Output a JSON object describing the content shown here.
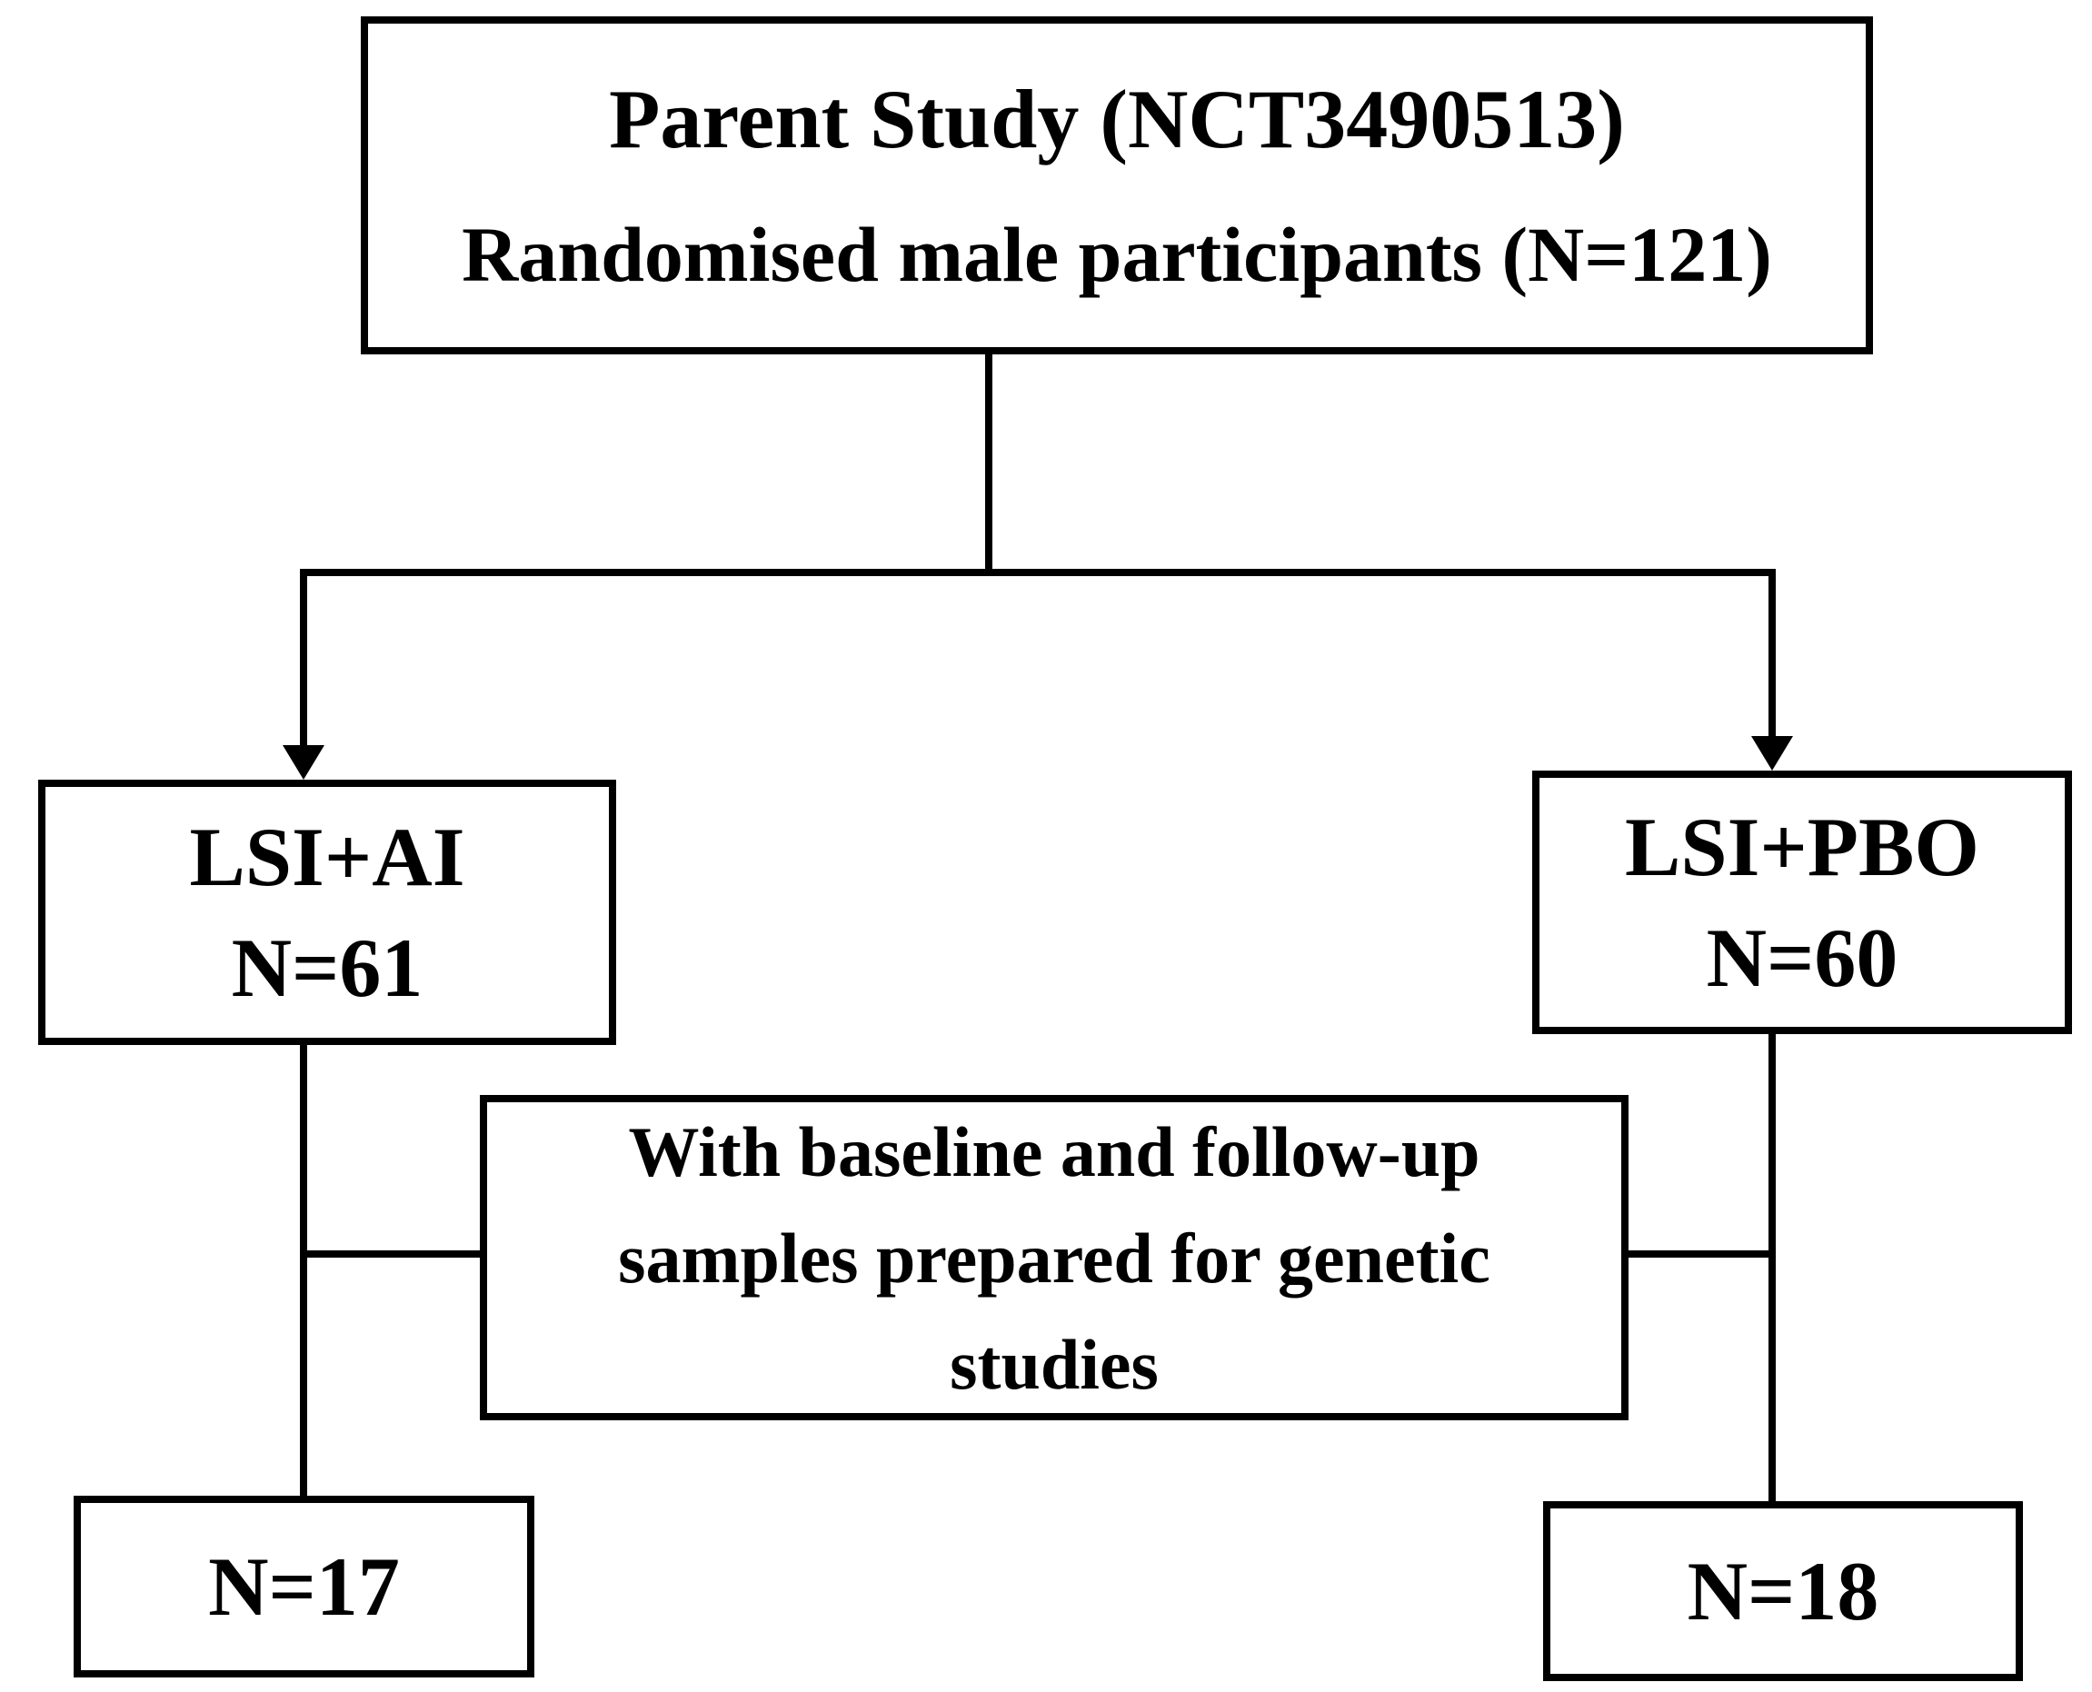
{
  "diagram": {
    "type": "study-flowchart",
    "parent_study_box": {
      "line1": "Parent Study (NCT3490513)",
      "line2": "Randomised male participants (N=121)"
    },
    "left_arm_box": {
      "line1": "LSI+AI",
      "line2": "N=61"
    },
    "right_arm_box": {
      "line1": "LSI+PBO",
      "line2": "N=60"
    },
    "middle_box": {
      "text": "With baseline and follow-up samples prepared for genetic studies"
    },
    "left_result_box": {
      "text": "N=17"
    },
    "right_result_box": {
      "text": "N=18"
    },
    "colors": {
      "line": "#000000",
      "background": "#ffffff"
    }
  }
}
